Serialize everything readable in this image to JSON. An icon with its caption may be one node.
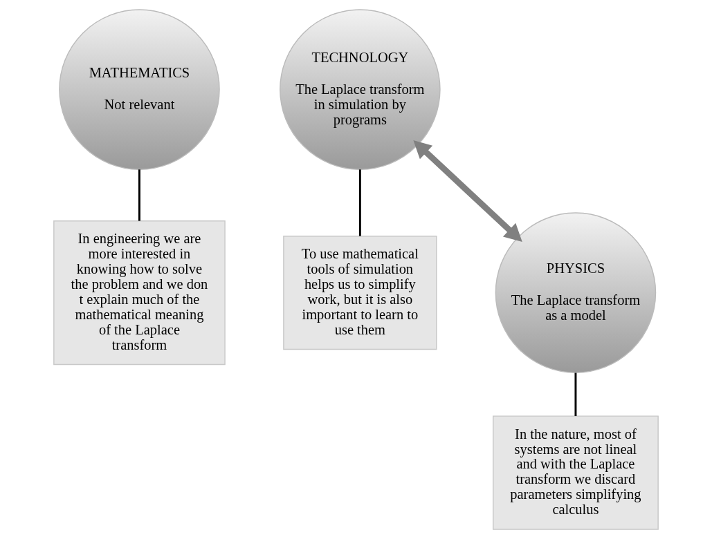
{
  "diagram": {
    "nodes": [
      {
        "text": [
          "MATHEMATICS",
          "Not relevant"
        ]
      },
      {
        "text": [
          "In engineering we are more interested in knowing how to solve the problem and we don t explain much of the mathematical meaning of the Laplace transform"
        ]
      },
      {
        "text": [
          "TECHNOLOGY",
          "The Laplace transform in simulation by programs"
        ]
      },
      {
        "text": [
          "To use mathematical tools of simulation helps us to simplify work, but it is also important to learn to use them"
        ]
      },
      {
        "text": [
          "PHYSICS",
          "The Laplace transform as a model"
        ]
      },
      {
        "text": [
          "In the nature, most of systems are not lineal and with the Laplace transform we discard parameters simplifying calculus"
        ]
      }
    ],
    "edges": [
      {
        "from": 0,
        "to": 1,
        "arrow": "none"
      },
      {
        "from": 2,
        "to": 3,
        "arrow": "none"
      },
      {
        "from": 4,
        "to": 5,
        "arrow": "none"
      },
      {
        "from": 4,
        "to": 2,
        "arrow": "both",
        "style": "thick",
        "color": "#808080"
      }
    ]
  }
}
